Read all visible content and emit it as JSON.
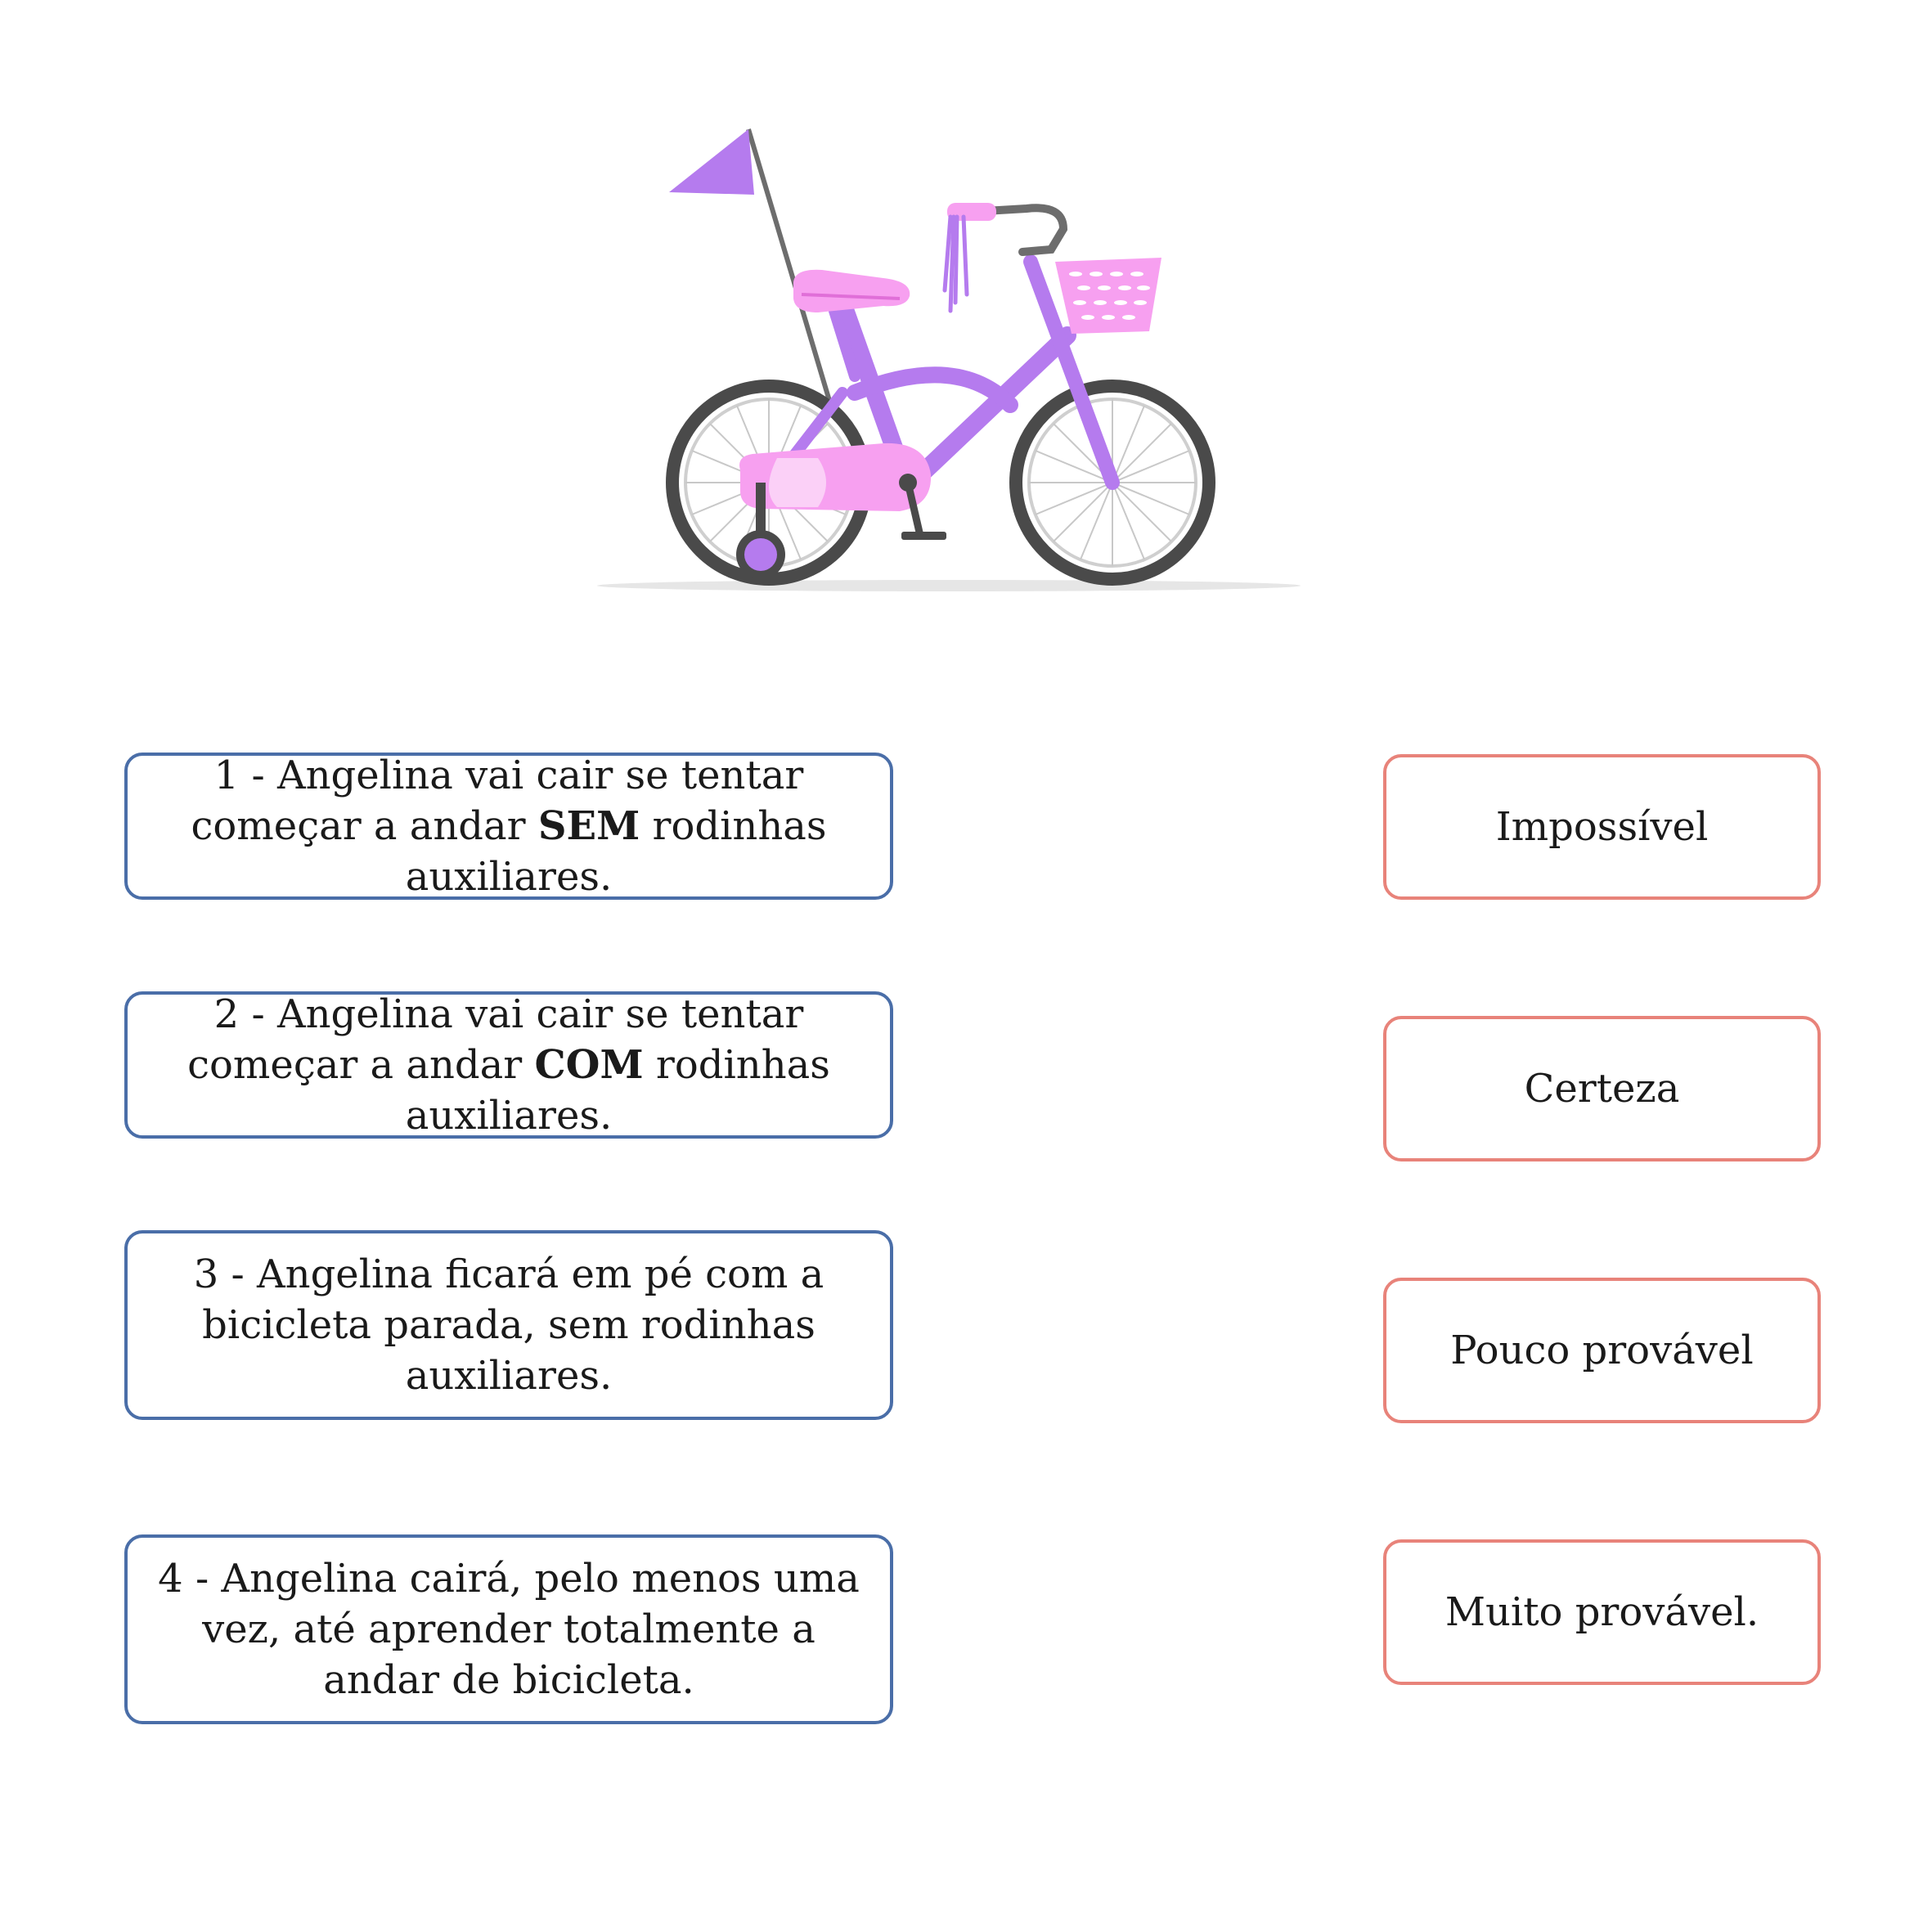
{
  "illustration": "bicycle-with-training-wheels",
  "colors": {
    "statement_border": "#4a6ea8",
    "option_border": "#e8837a",
    "bike_frame": "#b57bee",
    "bike_pink": "#f7a0f0"
  },
  "statements": [
    {
      "pre": "1 - Angelina vai cair se tentar começar a andar ",
      "bold": "SEM",
      "post": " rodinhas auxiliares."
    },
    {
      "pre": "2 - Angelina vai cair se tentar começar a andar ",
      "bold": "COM",
      "post": " rodinhas auxiliares."
    },
    {
      "pre": "3 - Angelina ficará em pé com a bicicleta parada, sem rodinhas auxiliares.",
      "bold": "",
      "post": ""
    },
    {
      "pre": "4 - Angelina cairá, pelo menos uma vez, até aprender totalmente a andar de bicicleta.",
      "bold": "",
      "post": ""
    }
  ],
  "options": [
    "Impossível",
    "Certeza",
    "Pouco provável",
    "Muito provável."
  ]
}
